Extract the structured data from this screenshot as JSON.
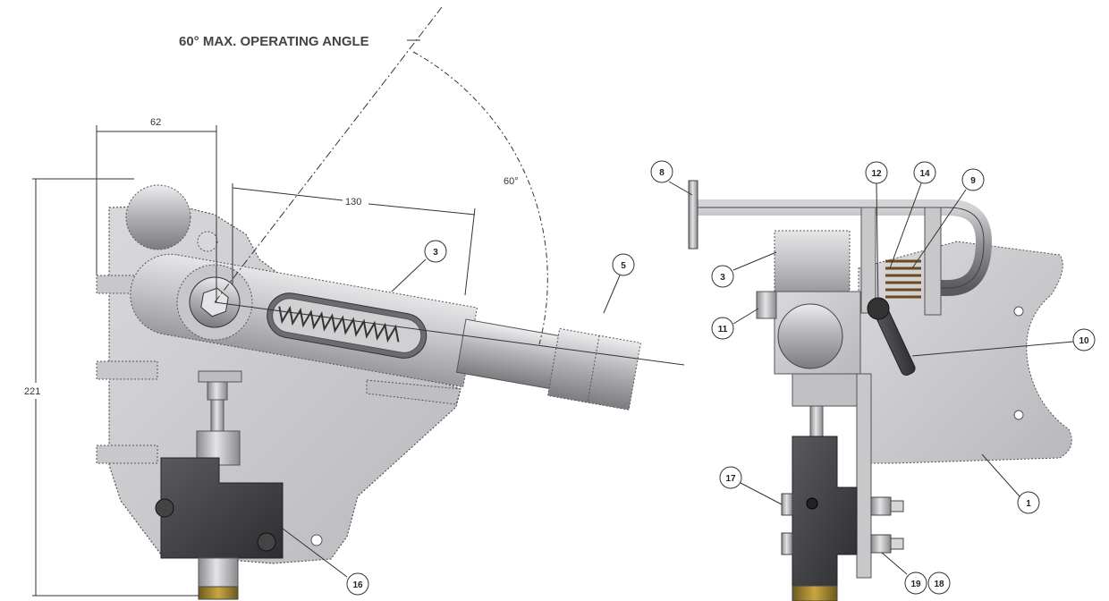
{
  "title": "60° MAX. OPERATING ANGLE",
  "dimensions": {
    "width_top": "62",
    "arm_length": "130",
    "height": "221",
    "angle": "60°"
  },
  "balloons": {
    "b3_left": "3",
    "b5": "5",
    "b16": "16",
    "b8": "8",
    "b12": "12",
    "b14": "14",
    "b9": "9",
    "b3_right": "3",
    "b11": "11",
    "b10": "10",
    "b1": "1",
    "b17": "17",
    "b19": "19",
    "b18": "18"
  }
}
